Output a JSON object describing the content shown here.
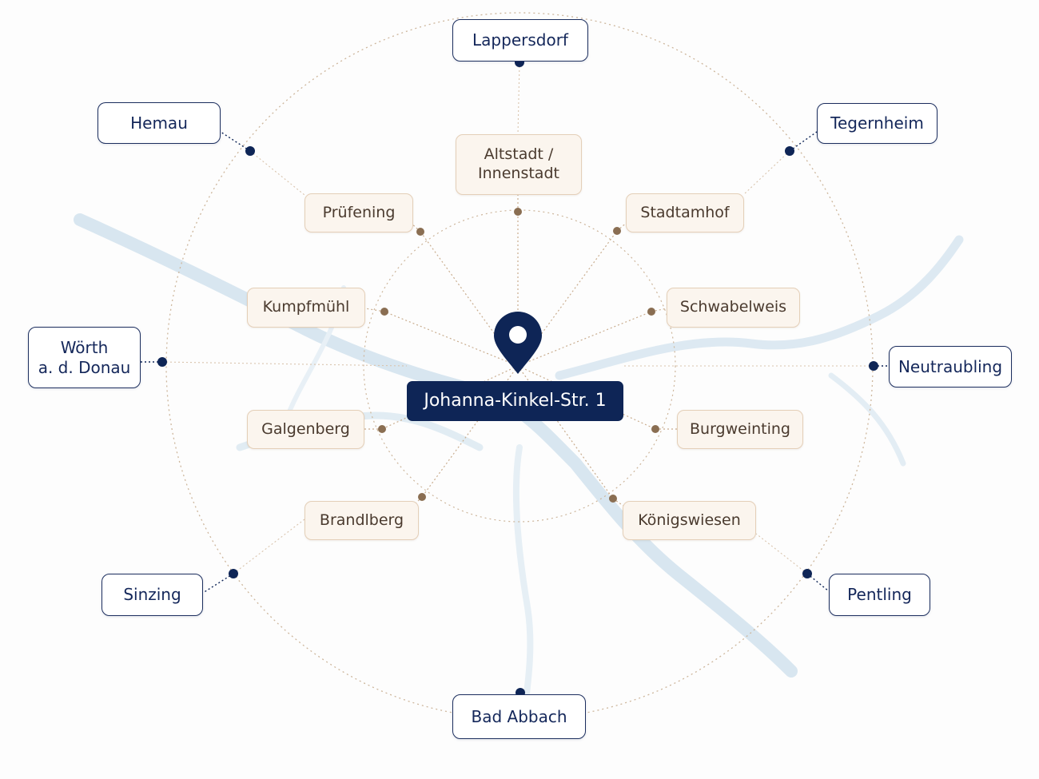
{
  "colors": {
    "navy": "#0e2556",
    "tan": "#8a6e52",
    "ring": "#cdb69c",
    "river": "#d8e6f0",
    "inner_fill": "#fbf5ee"
  },
  "icons": {
    "center_marker": "map-pin-icon"
  },
  "center": {
    "label": "Johanna-Kinkel-Str. 1"
  },
  "outer_places": [
    {
      "id": "lappersdorf",
      "lines": [
        "Lappersdorf"
      ]
    },
    {
      "id": "tegernheim",
      "lines": [
        "Tegernheim"
      ]
    },
    {
      "id": "neutraubling",
      "lines": [
        "Neutraubling"
      ]
    },
    {
      "id": "pentling",
      "lines": [
        "Pentling"
      ]
    },
    {
      "id": "bad-abbach",
      "lines": [
        "Bad Abbach"
      ]
    },
    {
      "id": "sinzing",
      "lines": [
        "Sinzing"
      ]
    },
    {
      "id": "woerth",
      "lines": [
        "Wörth",
        "a. d. Donau"
      ]
    },
    {
      "id": "hemau",
      "lines": [
        "Hemau"
      ]
    }
  ],
  "inner_places": [
    {
      "id": "altstadt",
      "lines": [
        "Altstadt /",
        "Innenstadt"
      ]
    },
    {
      "id": "stadtamhof",
      "lines": [
        "Stadtamhof"
      ]
    },
    {
      "id": "schwabelweis",
      "lines": [
        "Schwabelweis"
      ]
    },
    {
      "id": "burgweinting",
      "lines": [
        "Burgweinting"
      ]
    },
    {
      "id": "koenigswiesen",
      "lines": [
        "Königswiesen"
      ]
    },
    {
      "id": "brandlberg",
      "lines": [
        "Brandlberg"
      ]
    },
    {
      "id": "galgenberg",
      "lines": [
        "Galgenberg"
      ]
    },
    {
      "id": "kumpfmuehl",
      "lines": [
        "Kumpfmühl"
      ]
    },
    {
      "id": "pruefening",
      "lines": [
        "Prüfening"
      ]
    }
  ]
}
